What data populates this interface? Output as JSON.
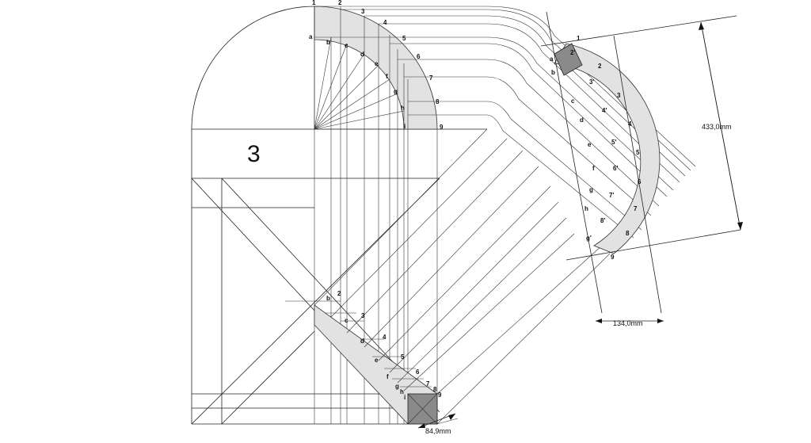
{
  "drawing": {
    "sheet_number": "3",
    "dimensions": {
      "height": "433,0mm",
      "width": "134,0mm",
      "thickness": "84,9mm"
    },
    "numbers": [
      "1",
      "2",
      "3",
      "4",
      "5",
      "6",
      "7",
      "8",
      "9"
    ],
    "letters": [
      "a",
      "b",
      "c",
      "d",
      "e",
      "f",
      "g",
      "h",
      "i"
    ],
    "primed_numbers": [
      "2'",
      "3'",
      "4'",
      "5'",
      "6'",
      "7'",
      "8'"
    ],
    "primed_letter": "g'"
  }
}
